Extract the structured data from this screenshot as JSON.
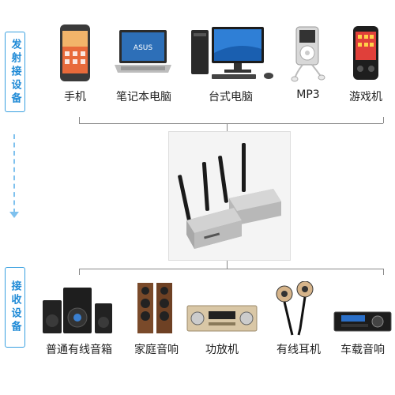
{
  "top_label": "发射接设备",
  "bottom_label": "接收设备",
  "top_devices": [
    {
      "name": "手机",
      "icon": "smartphone-icon"
    },
    {
      "name": "笔记本电脑",
      "icon": "laptop-icon"
    },
    {
      "name": "台式电脑",
      "icon": "desktop-computer-icon"
    },
    {
      "name": "MP3",
      "icon": "mp3-player-icon"
    },
    {
      "name": "游戏机",
      "icon": "game-console-icon"
    }
  ],
  "bottom_devices": [
    {
      "name": "普通有线音箱",
      "icon": "speaker-system-icon"
    },
    {
      "name": "家庭音响",
      "icon": "home-speakers-icon"
    },
    {
      "name": "功放机",
      "icon": "amplifier-icon"
    },
    {
      "name": "有线耳机",
      "icon": "wired-earphones-icon"
    },
    {
      "name": "车载音响",
      "icon": "car-stereo-icon"
    }
  ],
  "center_device": {
    "icon": "wireless-transmitter-receiver-icon"
  },
  "colors": {
    "accent": "#1f8ad6",
    "line": "#888888",
    "dash": "#7fc1ee"
  }
}
